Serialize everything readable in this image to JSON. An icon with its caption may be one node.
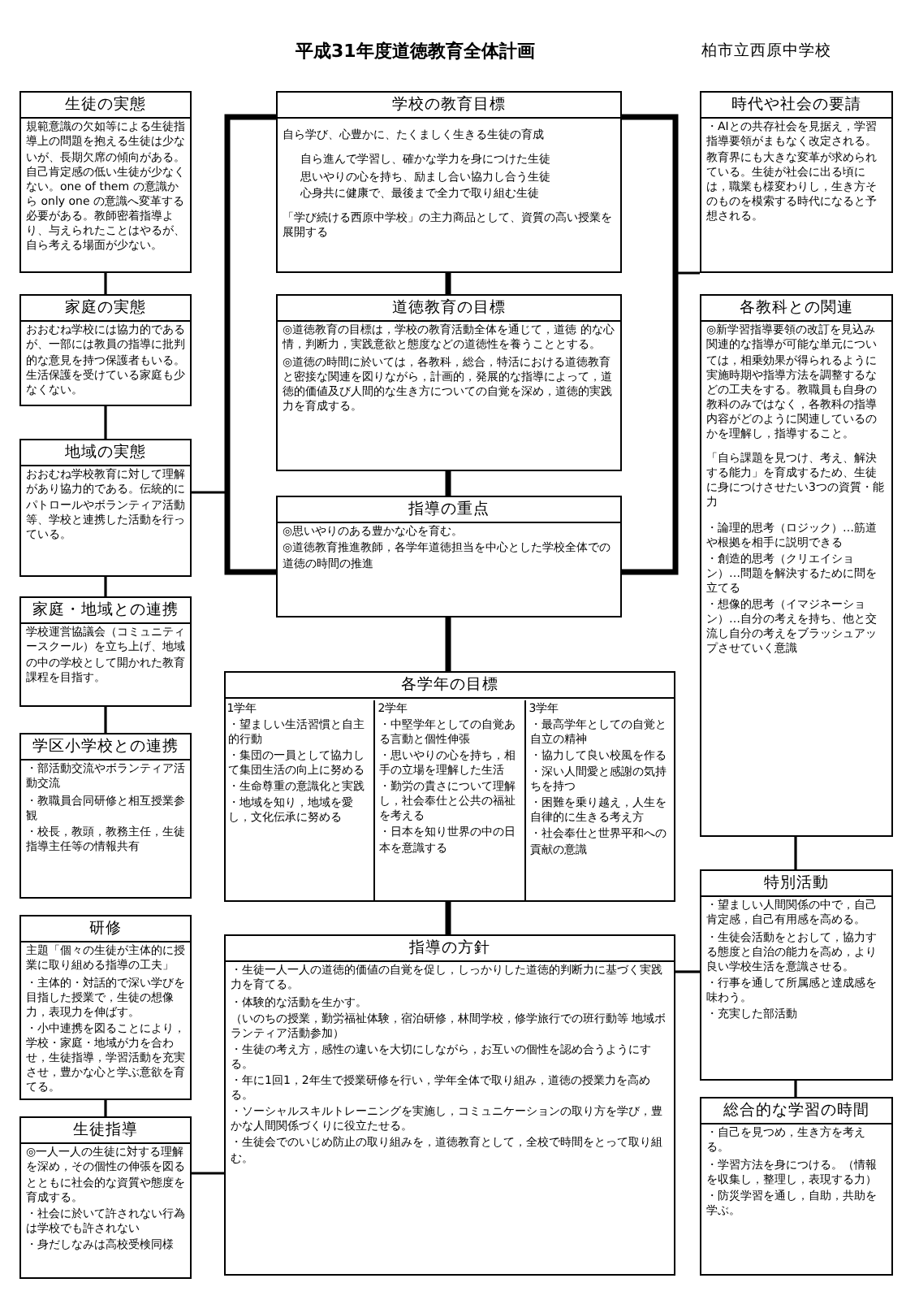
{
  "diagram": {
    "title": "平成31年度道徳教育全体計画",
    "nodes": [
      {
        "text": [
          "学校の教育目標",
          "自ら学び、心豊かに、たくましく生きる生徒の育成",
          "自ら進んで学習し、確かな学力を身につけた生徒",
          "思いやりの心を持ち、励まし合い協力し合う生徒",
          "心身共に健康で、最後まで全力で取り組む生徒",
          "「学び続ける西原中学校」の主力商品として、資質の高い授業を展開する"
        ]
      },
      {
        "text": [
          "道徳教育の目標",
          "◎道徳教育の目標は，学校の教育活動全体を通じて，道徳 的な心情，判断力，実践意欲と態度などの道徳性を養うこととする。",
          "◎道徳の時間に於いては，各教科，総合，特活における道徳教育と密接な関連を図りながら，計画的，発展的な指導によって，道徳的価値及び人間的な生き方についての自覚を深め，道徳的実践力を育成する。"
        ]
      },
      {
        "text": [
          "指導の重点",
          "◎思いやりのある豊かな心を育む。",
          "◎道徳教育推進教師，各学年道徳担当を中心とした学校全体での道徳の時間の推進"
        ]
      },
      {
        "text": [
          "各学年の目標"
        ]
      },
      {
        "text": [
          "1学年",
          "・望ましい生活習慣と自主的行動",
          "・集団の一員として協力して集団生活の向上に努める",
          "・生命尊重の意識化と実践",
          "・地域を知り，地域を愛し，文化伝承に努める"
        ],
        "in": 3
      },
      {
        "text": [
          "2学年",
          "・中堅学年としての自覚ある言動と個性伸張",
          "・思いやりの心を持ち，相手の立場を理解した生活",
          "・勤労の貴さについて理解し，社会奉仕と公共の福祉を考える",
          "・日本を知り世界の中の日本を意識する"
        ],
        "in": 3
      },
      {
        "text": [
          "3学年",
          "・最高学年としての自覚と自立の精神",
          "・協力して良い校風を作る",
          "・深い人間愛と感謝の気持ちを持つ",
          "・困難を乗り越え，人生を自律的に生きる考え方",
          "・社会奉仕と世界平和への貢献の意識"
        ],
        "in": 3
      },
      {
        "text": [
          "指導の方針",
          "・生徒一人一人の道徳的価値の自覚を促し，しっかりした道徳的判断力に基づく実践力を育てる。",
          "・体験的な活動を生かす。",
          "（いのちの授業，勤労福祉体験，宿泊研修，林間学校，修学旅行での班行動等 地域ボランティア活動参加）",
          "・生徒の考え方，感性の違いを大切にしながら，お互いの個性を認め合うようにする。",
          "・年に1回1，2年生で授業研修を行い，学年全体で取り組み，道徳の授業力を高める。",
          "・ソーシャルスキルトレーニングを実施し，コミュニケーションの取り方を学び，豊かな人間関係づくりに役立たせる。",
          "・生徒会でのいじめ防止の取り組みを，道徳教育として，全校で時間をとって取り組む。"
        ]
      },
      {
        "text": [
          "生徒の実態",
          "規範意識の欠如等による生徒指導上の問題を抱える生徒は少ないが、長期欠席の傾向がある。自己肯定感の低い生徒が少なくない。one of them の意識から only one の意識へ変革する必要がある。教師密着指導より、与えられたことはやるが、自ら考える場面が少ない。"
        ]
      },
      {
        "text": [
          "家庭の実態",
          "おおむね学校には協力的であるが、一部には教員の指導に批判的な意見を持つ保護者もいる。生活保護を受けている家庭も少なくない。"
        ]
      },
      {
        "text": [
          "地域の実態",
          "おおむね学校教育に対して理解があり協力的である。伝統的にパトロールやボランティア活動等、学校と連携した活動を行っている。"
        ]
      },
      {
        "text": [
          "家庭・地域との連携",
          "学校運営協議会（コミュニティースクール）を立ち上げ、地域の中の学校として開かれた教育課程を目指す。"
        ]
      },
      {
        "text": [
          "学区小学校との連携",
          "・部活動交流やボランティア活動交流",
          "・教職員合同研修と相互授業参観",
          "・校長，教頭，教務主任，生徒指導主任等の情報共有"
        ]
      },
      {
        "text": [
          "研修",
          "主題「個々の生徒が主体的に授業に取り組める指導の工夫」",
          "・主体的・対話的で深い学びを目指した授業で，生徒の想像力，表現力を伸ばす。",
          "・小中連携を図ることにより，学校・家庭・地域が力を合わせ，生徒指導，学習活動を充実させ，豊かな心と学ぶ意欲を育てる。"
        ]
      },
      {
        "text": [
          "生徒指導",
          "◎一人一人の生徒に対する理解を深め，その個性の伸張を図るとともに社会的な資質や態度を育成する。",
          "・社会に於いて許されない行為は学校でも許されない",
          "・身だしなみは高校受検同様"
        ]
      },
      {
        "text": [
          "時代や社会の要請",
          "・AIとの共存社会を見据え，学習指導要領がまもなく改定される。教育界にも大きな変革が求められている。生徒が社会に出る頃には，職業も様変わりし，生き方そのものを模索する時代になると予想される。"
        ]
      },
      {
        "text": [
          "各教科との関連",
          "◎新学習指導要領の改訂を見込み関連的な指導が可能な単元については，相乗効果が得られるように実施時期や指導方法を調整するなどの工夫をする。教職員も自身の教科のみではなく，各教科の指導内容がどのように関連しているのかを理解し，指導すること。",
          "「自ら課題を見つけ、考え、解決する能力」を育成するため、生徒に身につけさせたい3つの資質・能力",
          "・論理的思考（ロジック）…筋道や根拠を相手に説明できる",
          "・創造的思考（クリエイション）…問題を解決するために問を立てる",
          "・想像的思考（イマジネーション）…自分の考えを持ち、他と交流し自分の考えをブラッシュアップさせていく意識"
        ]
      },
      {
        "text": [
          "特別活動",
          "・望ましい人間関係の中で，自己肯定感，自己有用感を高める。",
          "・生徒会活動をとおして，協力する態度と自治の能力を高め，より良い学校生活を意識させる。",
          "・行事を通して所属感と達成感を味わう。",
          "・充実した部活動"
        ]
      },
      {
        "text": [
          "総合的な学習の時間",
          "・自己を見つめ，生き方を考える。",
          "・学習方法を身につける。（情報を収集し，整理し，表現する力）",
          "・防災学習を通し，自助，共助を学ぶ。"
        ]
      }
    ],
    "edges": [
      {
        "from": 0,
        "to": 1,
        "arrow": "none",
        "style": "thick"
      },
      {
        "from": 1,
        "to": 2,
        "arrow": "none",
        "style": "thick"
      },
      {
        "from": 2,
        "to": 3,
        "arrow": "none",
        "style": "thick"
      },
      {
        "from": 3,
        "to": 7,
        "arrow": "none",
        "style": "thick"
      },
      {
        "from": 8,
        "to": 9,
        "arrow": "none"
      },
      {
        "from": 9,
        "to": 10,
        "arrow": "none"
      },
      {
        "from": 10,
        "to": 11,
        "arrow": "none"
      },
      {
        "from": 11,
        "to": 12,
        "arrow": "none"
      },
      {
        "from": 13,
        "to": 14,
        "arrow": "none"
      },
      {
        "from": 0,
        "to": 2,
        "arrow": "none",
        "style": "thick"
      },
      {
        "from": 10,
        "to": 2,
        "arrow": "none"
      },
      {
        "from": 0,
        "to": 2,
        "arrow": "none",
        "style": "thick"
      },
      {
        "from": 15,
        "to": 2,
        "arrow": "none"
      },
      {
        "from": 16,
        "to": 17,
        "arrow": "none"
      },
      {
        "from": 17,
        "to": 18,
        "arrow": "none"
      },
      {
        "from": 7,
        "to": 17,
        "arrow": "none"
      },
      {
        "from": 14,
        "to": 7,
        "arrow": "none"
      }
    ],
    "labels": [
      "柏市立西原中学校"
    ]
  }
}
